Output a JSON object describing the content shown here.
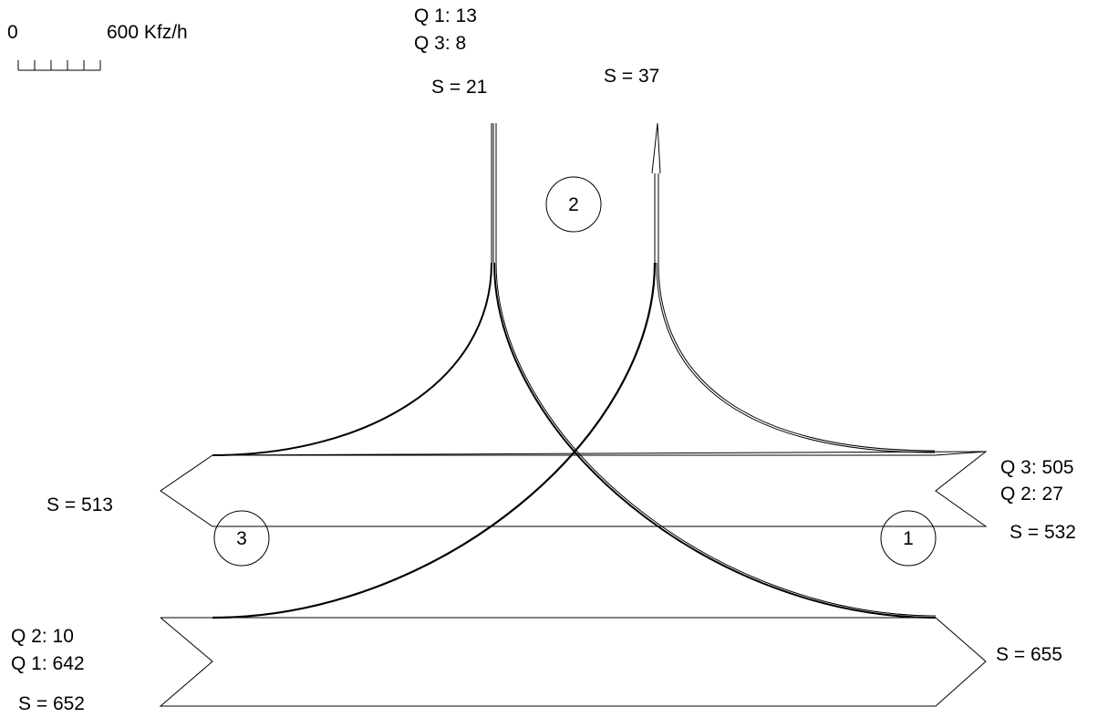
{
  "scale": {
    "start": "0",
    "end": "600 Kfz/h"
  },
  "north": {
    "q1": "Q 1: 13",
    "q3": "Q 3: 8",
    "sum_in": "S =  21",
    "sum_out": "S =  37"
  },
  "east": {
    "q3": "Q 3: 505",
    "q2": "Q 2: 27",
    "sum_in": "S =  532",
    "sum_out": "S =  655"
  },
  "west": {
    "q2": "Q 2: 10",
    "q1": "Q 1: 642",
    "sum_in": "S =  652",
    "sum_out": "S =  513"
  },
  "nodes": [
    "1",
    "2",
    "3"
  ]
}
